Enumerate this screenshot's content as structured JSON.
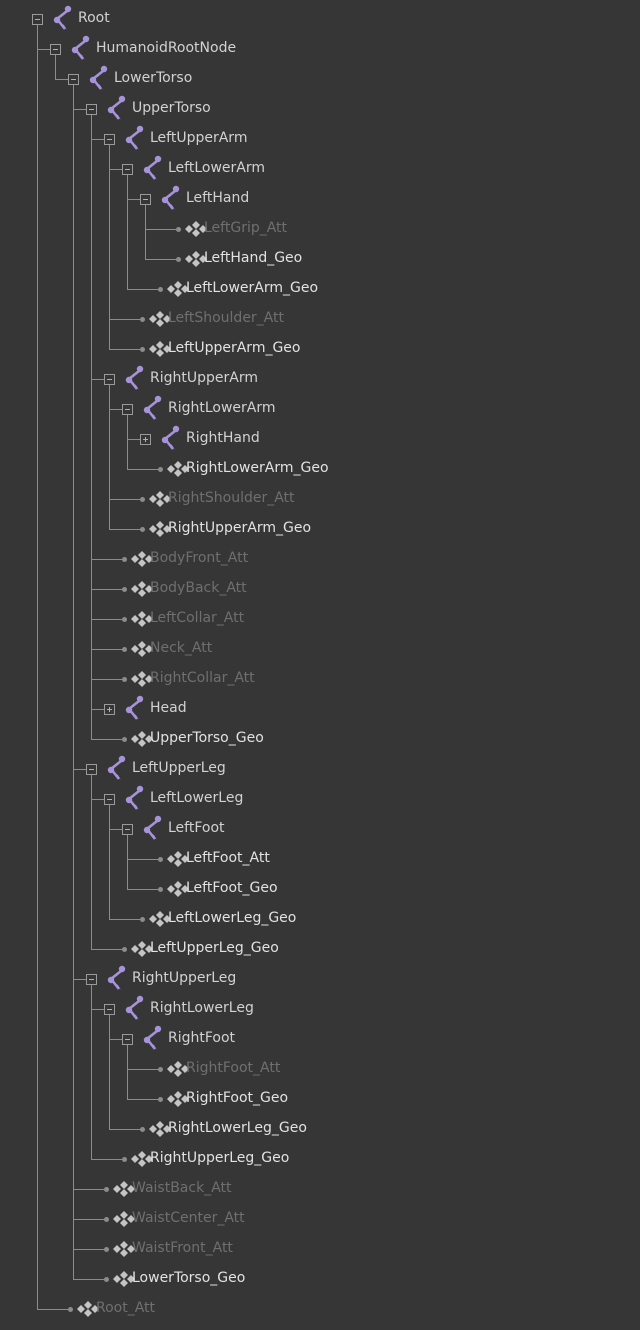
{
  "colors": {
    "background": "#363636",
    "joint": "#a793da",
    "mesh": "#c4c4c4",
    "text": "#d2d2d2",
    "dim_text": "#6f6f6f",
    "lines": "#8c8c8c"
  },
  "nodes": [
    {
      "name": "Root",
      "depth": 0,
      "type": "joint",
      "state": "expanded"
    },
    {
      "name": "HumanoidRootNode",
      "depth": 1,
      "type": "joint",
      "state": "expanded"
    },
    {
      "name": "LowerTorso",
      "depth": 2,
      "type": "joint",
      "state": "expanded"
    },
    {
      "name": "UpperTorso",
      "depth": 3,
      "type": "joint",
      "state": "expanded"
    },
    {
      "name": "LeftUpperArm",
      "depth": 4,
      "type": "joint",
      "state": "expanded"
    },
    {
      "name": "LeftLowerArm",
      "depth": 5,
      "type": "joint",
      "state": "expanded"
    },
    {
      "name": "LeftHand",
      "depth": 6,
      "type": "joint",
      "state": "expanded"
    },
    {
      "name": "LeftGrip_Att",
      "depth": 7,
      "type": "mesh",
      "dim": true
    },
    {
      "name": "LeftHand_Geo",
      "depth": 7,
      "type": "mesh"
    },
    {
      "name": "LeftLowerArm_Geo",
      "depth": 6,
      "type": "mesh"
    },
    {
      "name": "LeftShoulder_Att",
      "depth": 5,
      "type": "mesh",
      "dim": true
    },
    {
      "name": "LeftUpperArm_Geo",
      "depth": 5,
      "type": "mesh"
    },
    {
      "name": "RightUpperArm",
      "depth": 4,
      "type": "joint",
      "state": "expanded"
    },
    {
      "name": "RightLowerArm",
      "depth": 5,
      "type": "joint",
      "state": "expanded"
    },
    {
      "name": "RightHand",
      "depth": 6,
      "type": "joint",
      "state": "collapsed"
    },
    {
      "name": "RightLowerArm_Geo",
      "depth": 6,
      "type": "mesh"
    },
    {
      "name": "RightShoulder_Att",
      "depth": 5,
      "type": "mesh",
      "dim": true
    },
    {
      "name": "RightUpperArm_Geo",
      "depth": 5,
      "type": "mesh"
    },
    {
      "name": "BodyFront_Att",
      "depth": 4,
      "type": "mesh",
      "dim": true
    },
    {
      "name": "BodyBack_Att",
      "depth": 4,
      "type": "mesh",
      "dim": true
    },
    {
      "name": "LeftCollar_Att",
      "depth": 4,
      "type": "mesh",
      "dim": true
    },
    {
      "name": "Neck_Att",
      "depth": 4,
      "type": "mesh",
      "dim": true
    },
    {
      "name": "RightCollar_Att",
      "depth": 4,
      "type": "mesh",
      "dim": true
    },
    {
      "name": "Head",
      "depth": 4,
      "type": "joint",
      "state": "collapsed"
    },
    {
      "name": "UpperTorso_Geo",
      "depth": 4,
      "type": "mesh"
    },
    {
      "name": "LeftUpperLeg",
      "depth": 3,
      "type": "joint",
      "state": "expanded"
    },
    {
      "name": "LeftLowerLeg",
      "depth": 4,
      "type": "joint",
      "state": "expanded"
    },
    {
      "name": "LeftFoot",
      "depth": 5,
      "type": "joint",
      "state": "expanded"
    },
    {
      "name": "LeftFoot_Att",
      "depth": 6,
      "type": "mesh"
    },
    {
      "name": "LeftFoot_Geo",
      "depth": 6,
      "type": "mesh"
    },
    {
      "name": "LeftLowerLeg_Geo",
      "depth": 5,
      "type": "mesh"
    },
    {
      "name": "LeftUpperLeg_Geo",
      "depth": 4,
      "type": "mesh"
    },
    {
      "name": "RightUpperLeg",
      "depth": 3,
      "type": "joint",
      "state": "expanded"
    },
    {
      "name": "RightLowerLeg",
      "depth": 4,
      "type": "joint",
      "state": "expanded"
    },
    {
      "name": "RightFoot",
      "depth": 5,
      "type": "joint",
      "state": "expanded"
    },
    {
      "name": "RightFoot_Att",
      "depth": 6,
      "type": "mesh",
      "dim": true
    },
    {
      "name": "RightFoot_Geo",
      "depth": 6,
      "type": "mesh"
    },
    {
      "name": "RightLowerLeg_Geo",
      "depth": 5,
      "type": "mesh"
    },
    {
      "name": "RightUpperLeg_Geo",
      "depth": 4,
      "type": "mesh"
    },
    {
      "name": "WaistBack_Att",
      "depth": 3,
      "type": "mesh",
      "dim": true
    },
    {
      "name": "WaistCenter_Att",
      "depth": 3,
      "type": "mesh",
      "dim": true
    },
    {
      "name": "WaistFront_Att",
      "depth": 3,
      "type": "mesh",
      "dim": true
    },
    {
      "name": "LowerTorso_Geo",
      "depth": 3,
      "type": "mesh"
    },
    {
      "name": "Root_Att",
      "depth": 1,
      "type": "mesh",
      "dim": true
    }
  ]
}
